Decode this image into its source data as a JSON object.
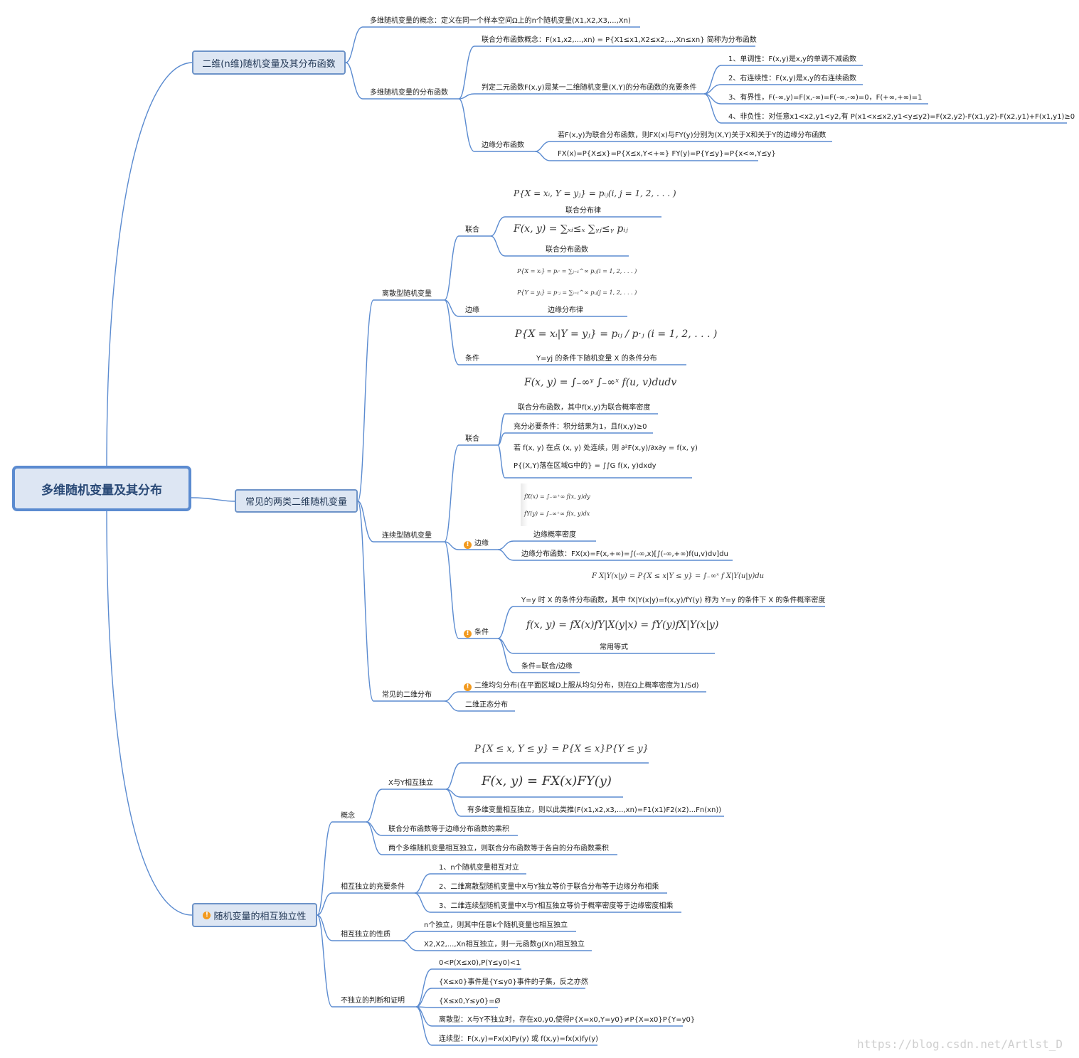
{
  "root": "多维随机变量及其分布",
  "b1": {
    "title": "二维(n维)随机变量及其分布函数",
    "concept": "多维随机变量的概念：定义在同一个样本空间Ω上的n个随机变量(X1,X2,X3,...,Xn)",
    "dist": "多维随机变量的分布函数",
    "joint_def": "联合分布函数概念：F(x1,x2,...,xn) = P{X1≤x1,X2≤x2,...,Xn≤xn} 简称为分布函数",
    "judge": "判定二元函数F(x,y)是某一二维随机变量(X,Y)的分布函数的充要条件",
    "c1": "1、单调性：F(x,y)是x,y的单调不减函数",
    "c2": "2、右连续性：F(x,y)是x,y的右连续函数",
    "c3": "3、有界性，F(-∞,y)=F(x,-∞)=F(-∞,-∞)=0，F(+∞,+∞)=1",
    "c4": "4、非负性：对任意x1<x2,y1<y2,有 P(x1<x≤x2,y1<y≤y2)=F(x2,y2)-F(x1,y2)-F(x2,y1)+F(x1,y1)≥0",
    "marg": "边缘分布函数",
    "m1": "若F(x,y)为联合分布函数，则FX(x)与FY(y)分别为(X,Y)关于X和关于Y的边缘分布函数",
    "m2": "FX(x)=P{X≤x}=P{X≤x,Y<+∞}   FY(y)=P{Y≤y}=P{x<∞,Y≤y}"
  },
  "b2": {
    "title": "常见的两类二维随机变量",
    "discrete": "离散型随机变量",
    "d_joint": "联合",
    "d_joint_f1": "P{X = xᵢ, Y = yⱼ} = pᵢⱼ(i, j = 1, 2, . . . )",
    "d_joint_l1": "联合分布律",
    "d_joint_f2": "F(x, y) = ∑ₓᵢ≤ₓ ∑ᵧⱼ≤ᵧ pᵢⱼ",
    "d_joint_l2": "联合分布函数",
    "d_marg": "边缘",
    "d_marg_f1": "P{X = xᵢ} = pᵢ· = ∑ⱼ₌₁^∞ pᵢⱼ(i = 1, 2, . . . )",
    "d_marg_f2": "P{Y = yⱼ} = p·ⱼ = ∑ᵢ₌₁^∞ pᵢⱼ(j = 1, 2, . . . )",
    "d_marg_l": "边缘分布律",
    "d_cond": "条件",
    "d_cond_f": "P{X = xᵢ|Y = yⱼ} = pᵢⱼ / p·ⱼ (i = 1, 2, . . . )",
    "d_cond_l": "Y=yj 的条件下随机变量 X 的条件分布",
    "continuous": "连续型随机变量",
    "c_joint": "联合",
    "c_joint_f": "F(x, y) = ∫₋∞ʸ ∫₋∞ˣ f(u, v)dudv",
    "c_joint_l1": "联合分布函数，其中f(x,y)为联合概率密度",
    "c_joint_l2": "充分必要条件：积分结果为1，且f(x,y)≥0",
    "c_joint_l3": "若 f(x, y) 在点 (x, y) 处连续，则 ∂²F(x,y)/∂x∂y = f(x, y)",
    "c_joint_l4": "P{(X,Y)落在区域G中的} = ∫∫G f(x, y)dxdy",
    "c_marg": "边缘",
    "c_marg_f1": "fX(x) = ∫₋∞⁺∞ f(x, y)dy",
    "c_marg_f2": "fY(y) = ∫₋∞⁺∞ f(x, y)dx",
    "c_marg_l1": "边缘概率密度",
    "c_marg_l2": "边缘分布函数：FX(x)=F(x,+∞)=∫(-∞,x)[∫(-∞,+∞)f(u,v)dv]du",
    "c_cond": "条件",
    "c_cond_f1": "F X|Y(x|y) = P{X ≤ x|Y ≤ y} = ∫₋∞ˣ f X|Y(u|y)du",
    "c_cond_l1": "Y=y 时 X 的条件分布函数，其中 fX|Y(x|y)=f(x,y)/fY(y) 称为 Y=y 的条件下 X 的条件概率密度",
    "c_cond_f2": "f(x, y) = fX(x)fY|X(y|x) = fY(y)fX|Y(x|y)",
    "c_cond_l2": "常用等式",
    "c_cond_l3": "条件=联合/边缘",
    "common": "常见的二维分布",
    "uniform": "二维均匀分布(在平面区域D上服从均匀分布，则在Ω上概率密度为1/Sd)",
    "normal": "二维正态分布"
  },
  "b3": {
    "title": "随机变量的相互独立性",
    "concept": "概念",
    "xy": "X与Y相互独立",
    "xy_f1": "P{X ≤ x, Y ≤ y} = P{X ≤ x}P{Y ≤ y}",
    "xy_f2": "F(x, y) = FX(x)FY(y)",
    "xy_l": "有多维变量相互独立，则以此类推(F(x1,x2,x3,...,xn)=F1(x1)F2(x2)...Fn(xn))",
    "c2": "联合分布函数等于边缘分布函数的乘积",
    "c3": "两个多维随机变量相互独立，则联合分布函数等于各自的分布函数乘积",
    "nec": "相互独立的充要条件",
    "n1": "1、n个随机变量相互对立",
    "n2": "2、二维离散型随机变量中X与Y独立等价于联合分布等于边缘分布相乘",
    "n3": "3、二维连续型随机变量中X与Y相互独立等价于概率密度等于边缘密度相乘",
    "prop": "相互独立的性质",
    "p1": "n个独立，则其中任意k个随机变量也相互独立",
    "p2": "X2,X2,...,Xn相互独立，则一元函数g(Xn)相互独立",
    "judge": "不独立的判断和证明",
    "j1": "0<P(X≤x0),P(Y≤y0)<1",
    "j2": "{X≤x0}事件是{Y≤y0}事件的子集，反之亦然",
    "j3": "{X≤x0,Y≤y0}=Ø",
    "j4": "离散型：X与Y不独立时，存在x0,y0,使得P{X=x0,Y=y0}≠P{X=x0}P{Y=y0}",
    "j5": "连续型：F(x,y)=Fx(x)Fy(y) 或 f(x,y)=fx(x)fy(y)"
  },
  "watermark": "https://blog.csdn.net/Artlst_D",
  "colors": {
    "line": "#5b8bd0",
    "box_fill": "#dde6f3",
    "warn": "#f29a1f"
  }
}
